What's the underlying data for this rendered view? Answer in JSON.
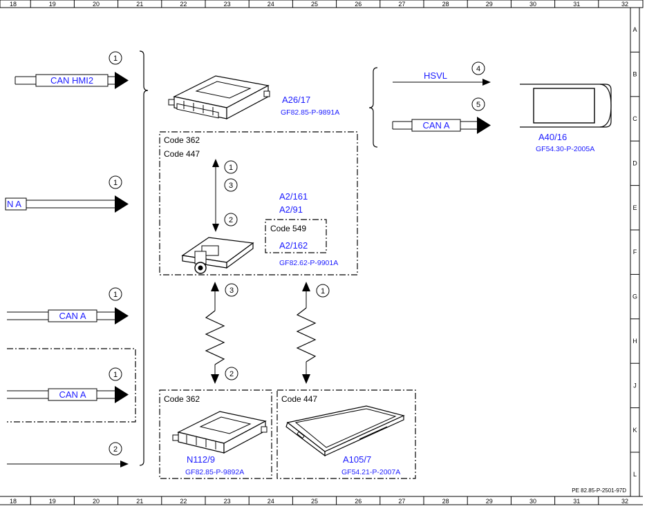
{
  "colors": {
    "link": "#1a1aff",
    "line": "#000000",
    "background": "#ffffff"
  },
  "ruler": {
    "columns": [
      "18",
      "19",
      "20",
      "21",
      "22",
      "23",
      "24",
      "25",
      "26",
      "27",
      "28",
      "29",
      "30",
      "31",
      "32"
    ],
    "rows": [
      "A",
      "B",
      "C",
      "D",
      "E",
      "F",
      "G",
      "H",
      "J",
      "K",
      "L"
    ]
  },
  "signals": {
    "can_hmi2": "CAN HMI2",
    "can_a_partial": "N A",
    "can_a": "CAN A",
    "hsvl": "HSVL"
  },
  "numbers": {
    "n1": "1",
    "n2": "2",
    "n3": "3",
    "n4": "4",
    "n5": "5"
  },
  "modules": {
    "a26": {
      "id": "A26/17",
      "ref": "GF82.85-P-9891A"
    },
    "a40": {
      "id": "A40/16",
      "ref": "GF54.30-P-2005A"
    },
    "a2": {
      "code1": "Code 362",
      "code2": "Code 447",
      "id1": "A2/161",
      "id2": "A2/91",
      "ref": "GF82.62-P-9901A"
    },
    "a2_162": {
      "code": "Code 549",
      "id": "A2/162"
    },
    "n112": {
      "code": "Code 362",
      "id": "N112/9",
      "ref": "GF82.85-P-9892A"
    },
    "a105": {
      "code": "Code 447",
      "id": "A105/7",
      "ref": "GF54.21-P-2007A"
    }
  },
  "footer_ref": "PE 82.85-P-2501-97D"
}
